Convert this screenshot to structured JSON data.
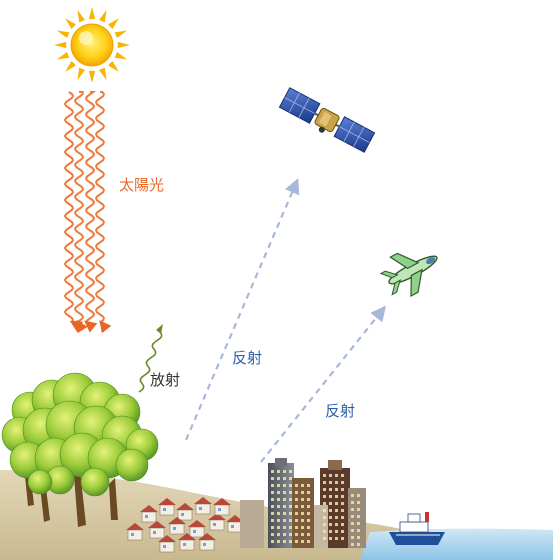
{
  "labels": {
    "sunlight": "太陽光",
    "emission": "放射",
    "reflection_satellite": "反射",
    "reflection_airplane": "反射"
  },
  "colors": {
    "sunlight_text": "#e8682a",
    "reflection_text": "#2f5fa8",
    "emission_text": "#333333",
    "sun": "#f7b500",
    "sun_ray_wave": "#ef7a3a",
    "reflection_arrow": "#a8b8d8",
    "emission_wave": "#6a8a2a",
    "tree_foliage": "#9ccc3a",
    "ground": "#d6c9a8",
    "sea": "#a9d3ec"
  },
  "icons": {
    "sun": "sun-icon",
    "satellite": "satellite-icon",
    "airplane": "airplane-icon",
    "trees": "tree-icon",
    "houses": "house-icon",
    "buildings": "building-icon",
    "ship": "ship-icon"
  }
}
